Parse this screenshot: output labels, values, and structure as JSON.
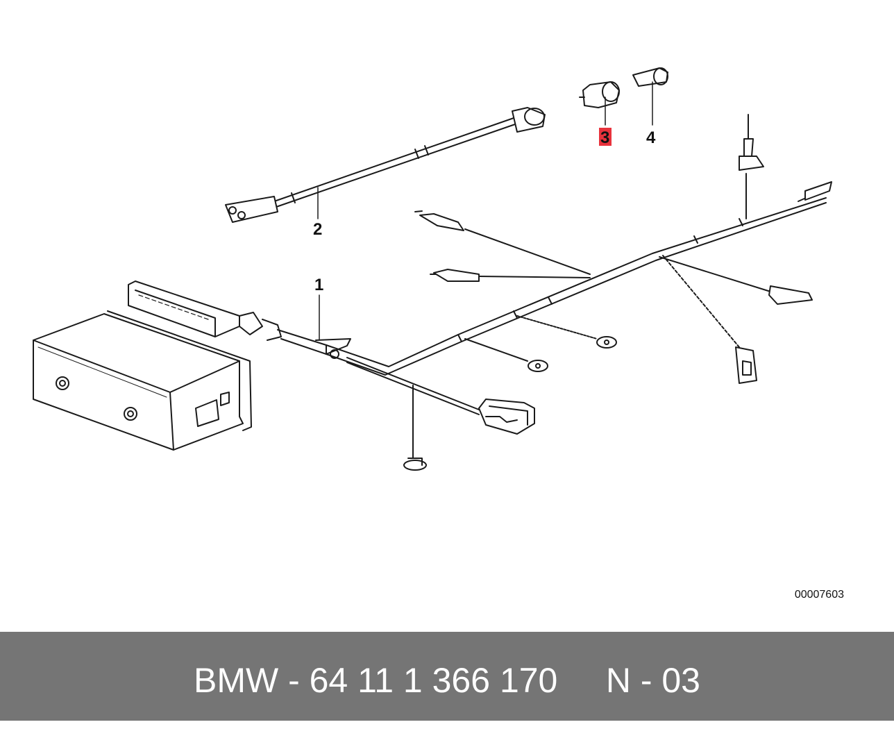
{
  "diagram": {
    "callouts": [
      {
        "label": "1"
      },
      {
        "label": "2"
      },
      {
        "label": "3",
        "highlighted": true
      },
      {
        "label": "4"
      }
    ],
    "reference_number": "00007603",
    "highlight_color": "#e8323c",
    "line_color": "#1a1a1a"
  },
  "footer": {
    "text": "BMW - 64 11 1 366 170     N - 03",
    "background_color": "#757575",
    "text_color": "#ffffff"
  }
}
